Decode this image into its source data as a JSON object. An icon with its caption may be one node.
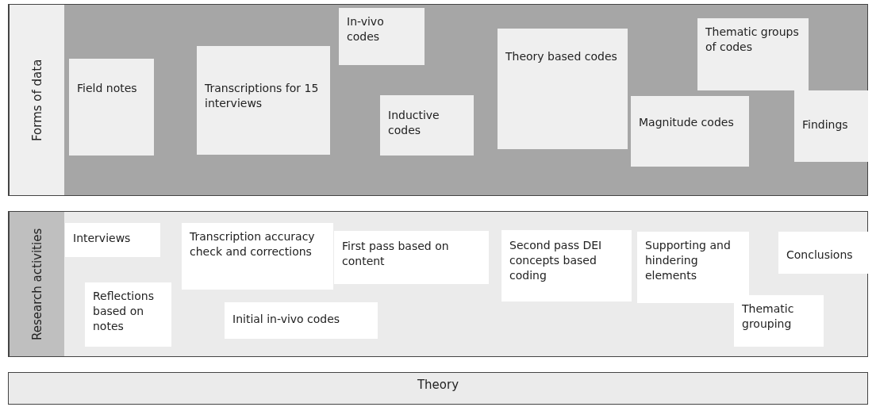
{
  "diagram": {
    "nodes": [
      {
        "text": [
          "Forms of data"
        ]
      },
      {
        "text": [
          "Field notes"
        ],
        "in": 0
      },
      {
        "text": [
          "Transcriptions for 15 interviews"
        ],
        "in": 0
      },
      {
        "text": [
          "In-vivo codes"
        ],
        "in": 0
      },
      {
        "text": [
          "Inductive codes"
        ],
        "in": 0
      },
      {
        "text": [
          "Theory based codes"
        ],
        "in": 0
      },
      {
        "text": [
          "Thematic groups of codes"
        ],
        "in": 0
      },
      {
        "text": [
          "Magnitude codes"
        ],
        "in": 0
      },
      {
        "text": [
          "Findings"
        ],
        "in": 0
      },
      {
        "text": [
          "Research activities"
        ]
      },
      {
        "text": [
          "Interviews"
        ],
        "in": 9
      },
      {
        "text": [
          "Reflections based on notes"
        ],
        "in": 9
      },
      {
        "text": [
          "Transcription accuracy check and corrections"
        ],
        "in": 9
      },
      {
        "text": [
          "Initial in-vivo codes"
        ],
        "in": 9
      },
      {
        "text": [
          "First pass based on content"
        ],
        "in": 9
      },
      {
        "text": [
          "Second pass DEI concepts based coding"
        ],
        "in": 9
      },
      {
        "text": [
          "Supporting and hindering elements"
        ],
        "in": 9
      },
      {
        "text": [
          "Thematic grouping"
        ],
        "in": 9
      },
      {
        "text": [
          "Conclusions"
        ],
        "in": 9
      },
      {
        "text": [
          "Theory"
        ]
      }
    ]
  }
}
